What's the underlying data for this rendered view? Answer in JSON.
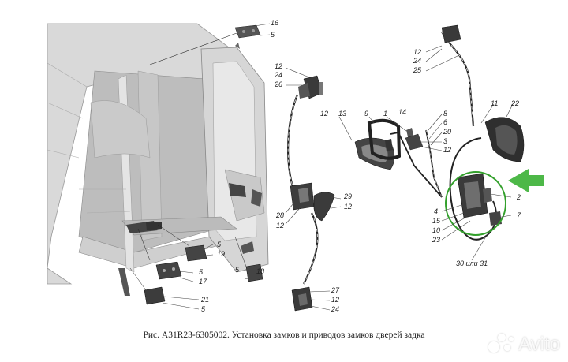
{
  "caption": "Рис. A31R23-6305002. Установка замков и приводов замков дверей задка",
  "watermark": "Avito",
  "callouts": {
    "c16": "16",
    "c5a": "5",
    "c12a": "12",
    "c24a": "24",
    "c26": "26",
    "c12b": "12",
    "c13": "13",
    "c9": "9",
    "c1": "1",
    "c14": "14",
    "c8": "8",
    "c6": "6",
    "c20": "20",
    "c3": "3",
    "c12c": "12",
    "c29": "29",
    "c12d": "12",
    "c28": "28",
    "c12e": "12",
    "c12f": "12",
    "c24b": "24",
    "c25": "25",
    "c11": "11",
    "c22": "22",
    "c2": "2",
    "c4": "4",
    "c15": "15",
    "c10": "10",
    "c23": "23",
    "c7": "7",
    "c3031": "30 или 31",
    "c5b": "5",
    "c19": "19",
    "c5c": "5",
    "c17": "17",
    "c5d": "5",
    "c18": "18",
    "c21": "21",
    "c5e": "5",
    "c27": "27",
    "c12g": "12",
    "c24c": "24"
  },
  "colors": {
    "highlight": "#33a02c",
    "arrow": "#4db848"
  }
}
